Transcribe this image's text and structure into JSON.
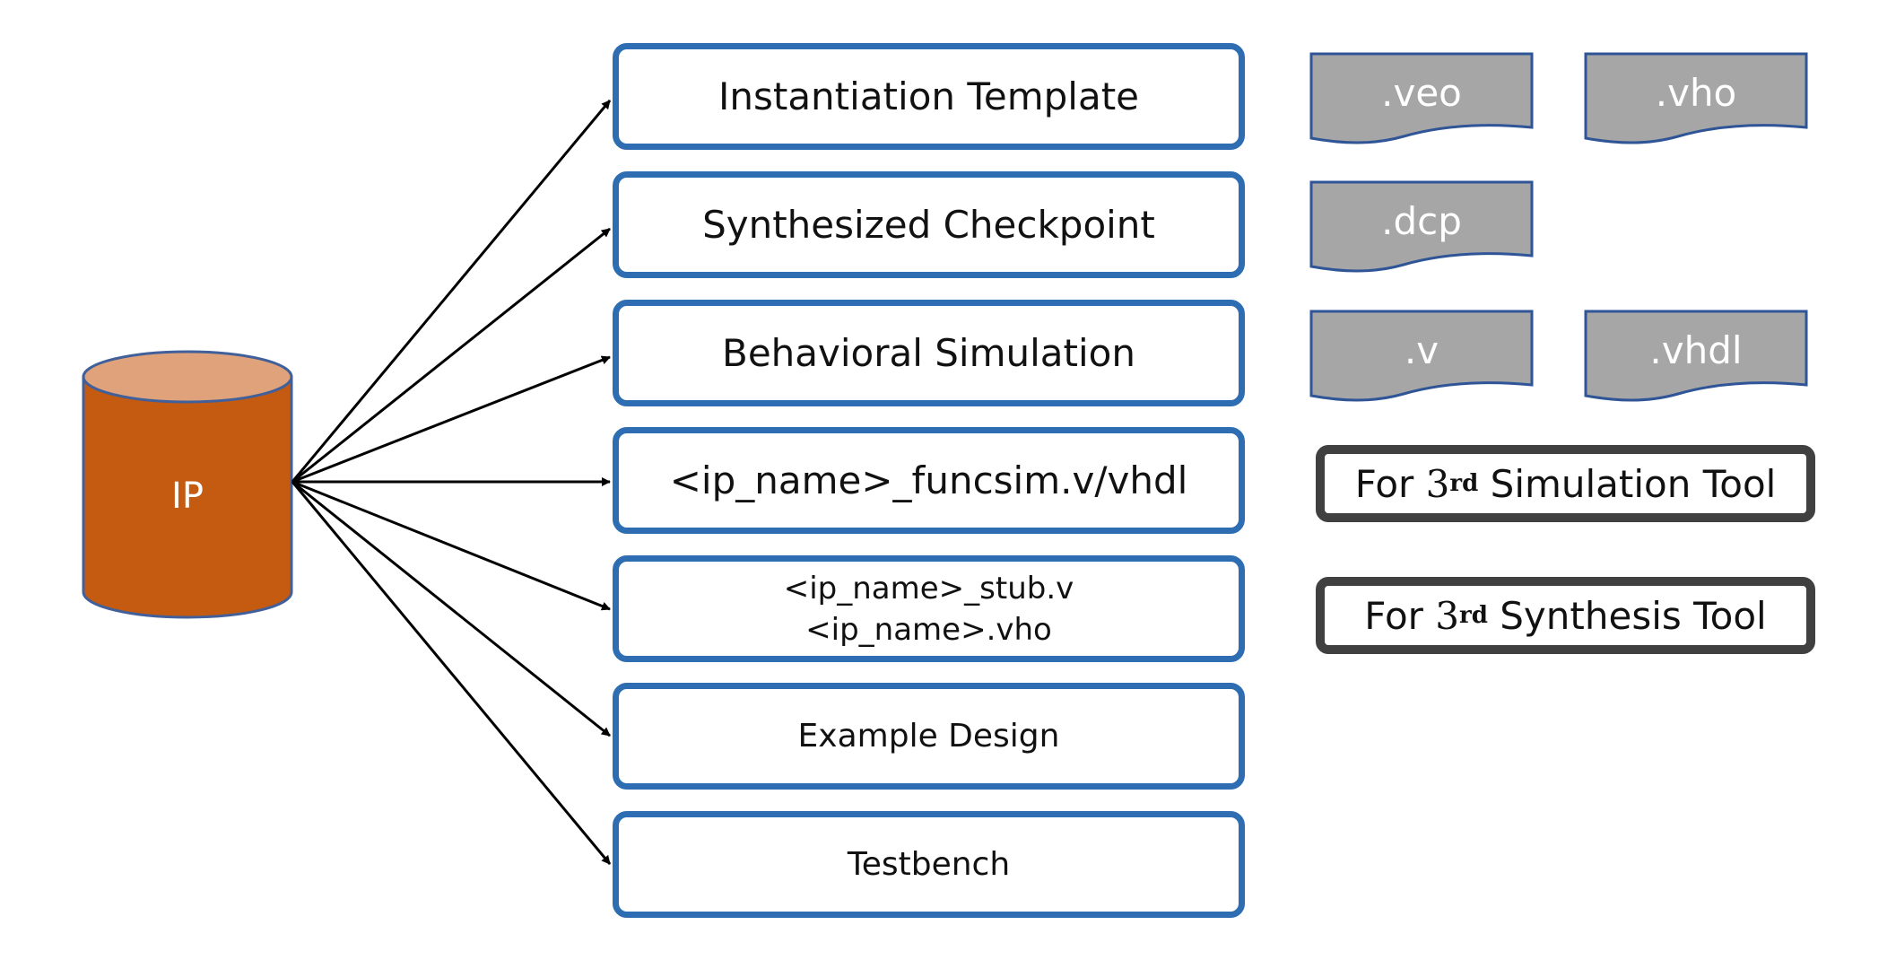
{
  "source": {
    "label": "IP"
  },
  "outputs": [
    {
      "lines": [
        "Instantiation Template"
      ]
    },
    {
      "lines": [
        "Synthesized Checkpoint"
      ]
    },
    {
      "lines": [
        "Behavioral Simulation"
      ]
    },
    {
      "lines": [
        "<ip_name>_funcsim.v/vhdl"
      ]
    },
    {
      "lines": [
        "<ip_name>_stub.v",
        "<ip_name>.vho"
      ]
    },
    {
      "lines": [
        "Example Design"
      ]
    },
    {
      "lines": [
        "Testbench"
      ]
    }
  ],
  "files": {
    "veo": ".veo",
    "vho": ".vho",
    "dcp": ".dcp",
    "v": ".v",
    "vhdl": ".vhdl"
  },
  "tools": {
    "simulation": {
      "prefix": "For",
      "ordinal_number": "3",
      "ordinal_suffix": "rd",
      "suffix": "Simulation Tool"
    },
    "synthesis": {
      "prefix": "For",
      "ordinal_number": "3",
      "ordinal_suffix": "rd",
      "suffix": "Synthesis Tool"
    }
  },
  "colors": {
    "cylinder_body": "#c55a11",
    "cylinder_top": "#e0a27a",
    "box_border": "#2e6db1",
    "file_fill": "#a6a6a6",
    "file_stroke": "#2f5597",
    "tool_border": "#404040",
    "arrow": "#000000"
  }
}
